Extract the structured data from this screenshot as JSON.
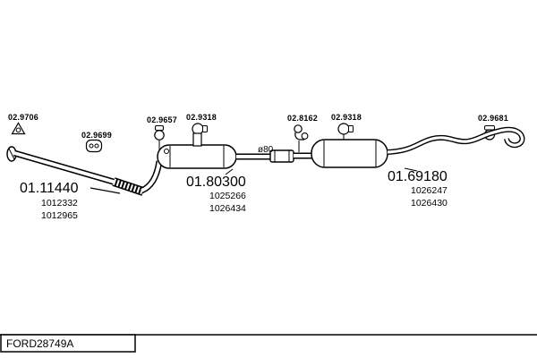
{
  "clamps": [
    {
      "label": "02.9706"
    },
    {
      "label": "02.9699"
    },
    {
      "label": "02.9657"
    },
    {
      "label": "02.9318"
    },
    {
      "label": "02.8162"
    },
    {
      "label": "02.9318"
    },
    {
      "label": "02.9681"
    }
  ],
  "parts": [
    {
      "number": "01.11440",
      "refs": [
        "1012332",
        "1012965"
      ]
    },
    {
      "number": "01.80300",
      "refs": [
        "1025266",
        "1026434"
      ]
    },
    {
      "number": "01.69180",
      "refs": [
        "1026247",
        "1026430"
      ]
    }
  ],
  "pipe_diameter": "ø80",
  "drawing_code": "FORD28749A"
}
